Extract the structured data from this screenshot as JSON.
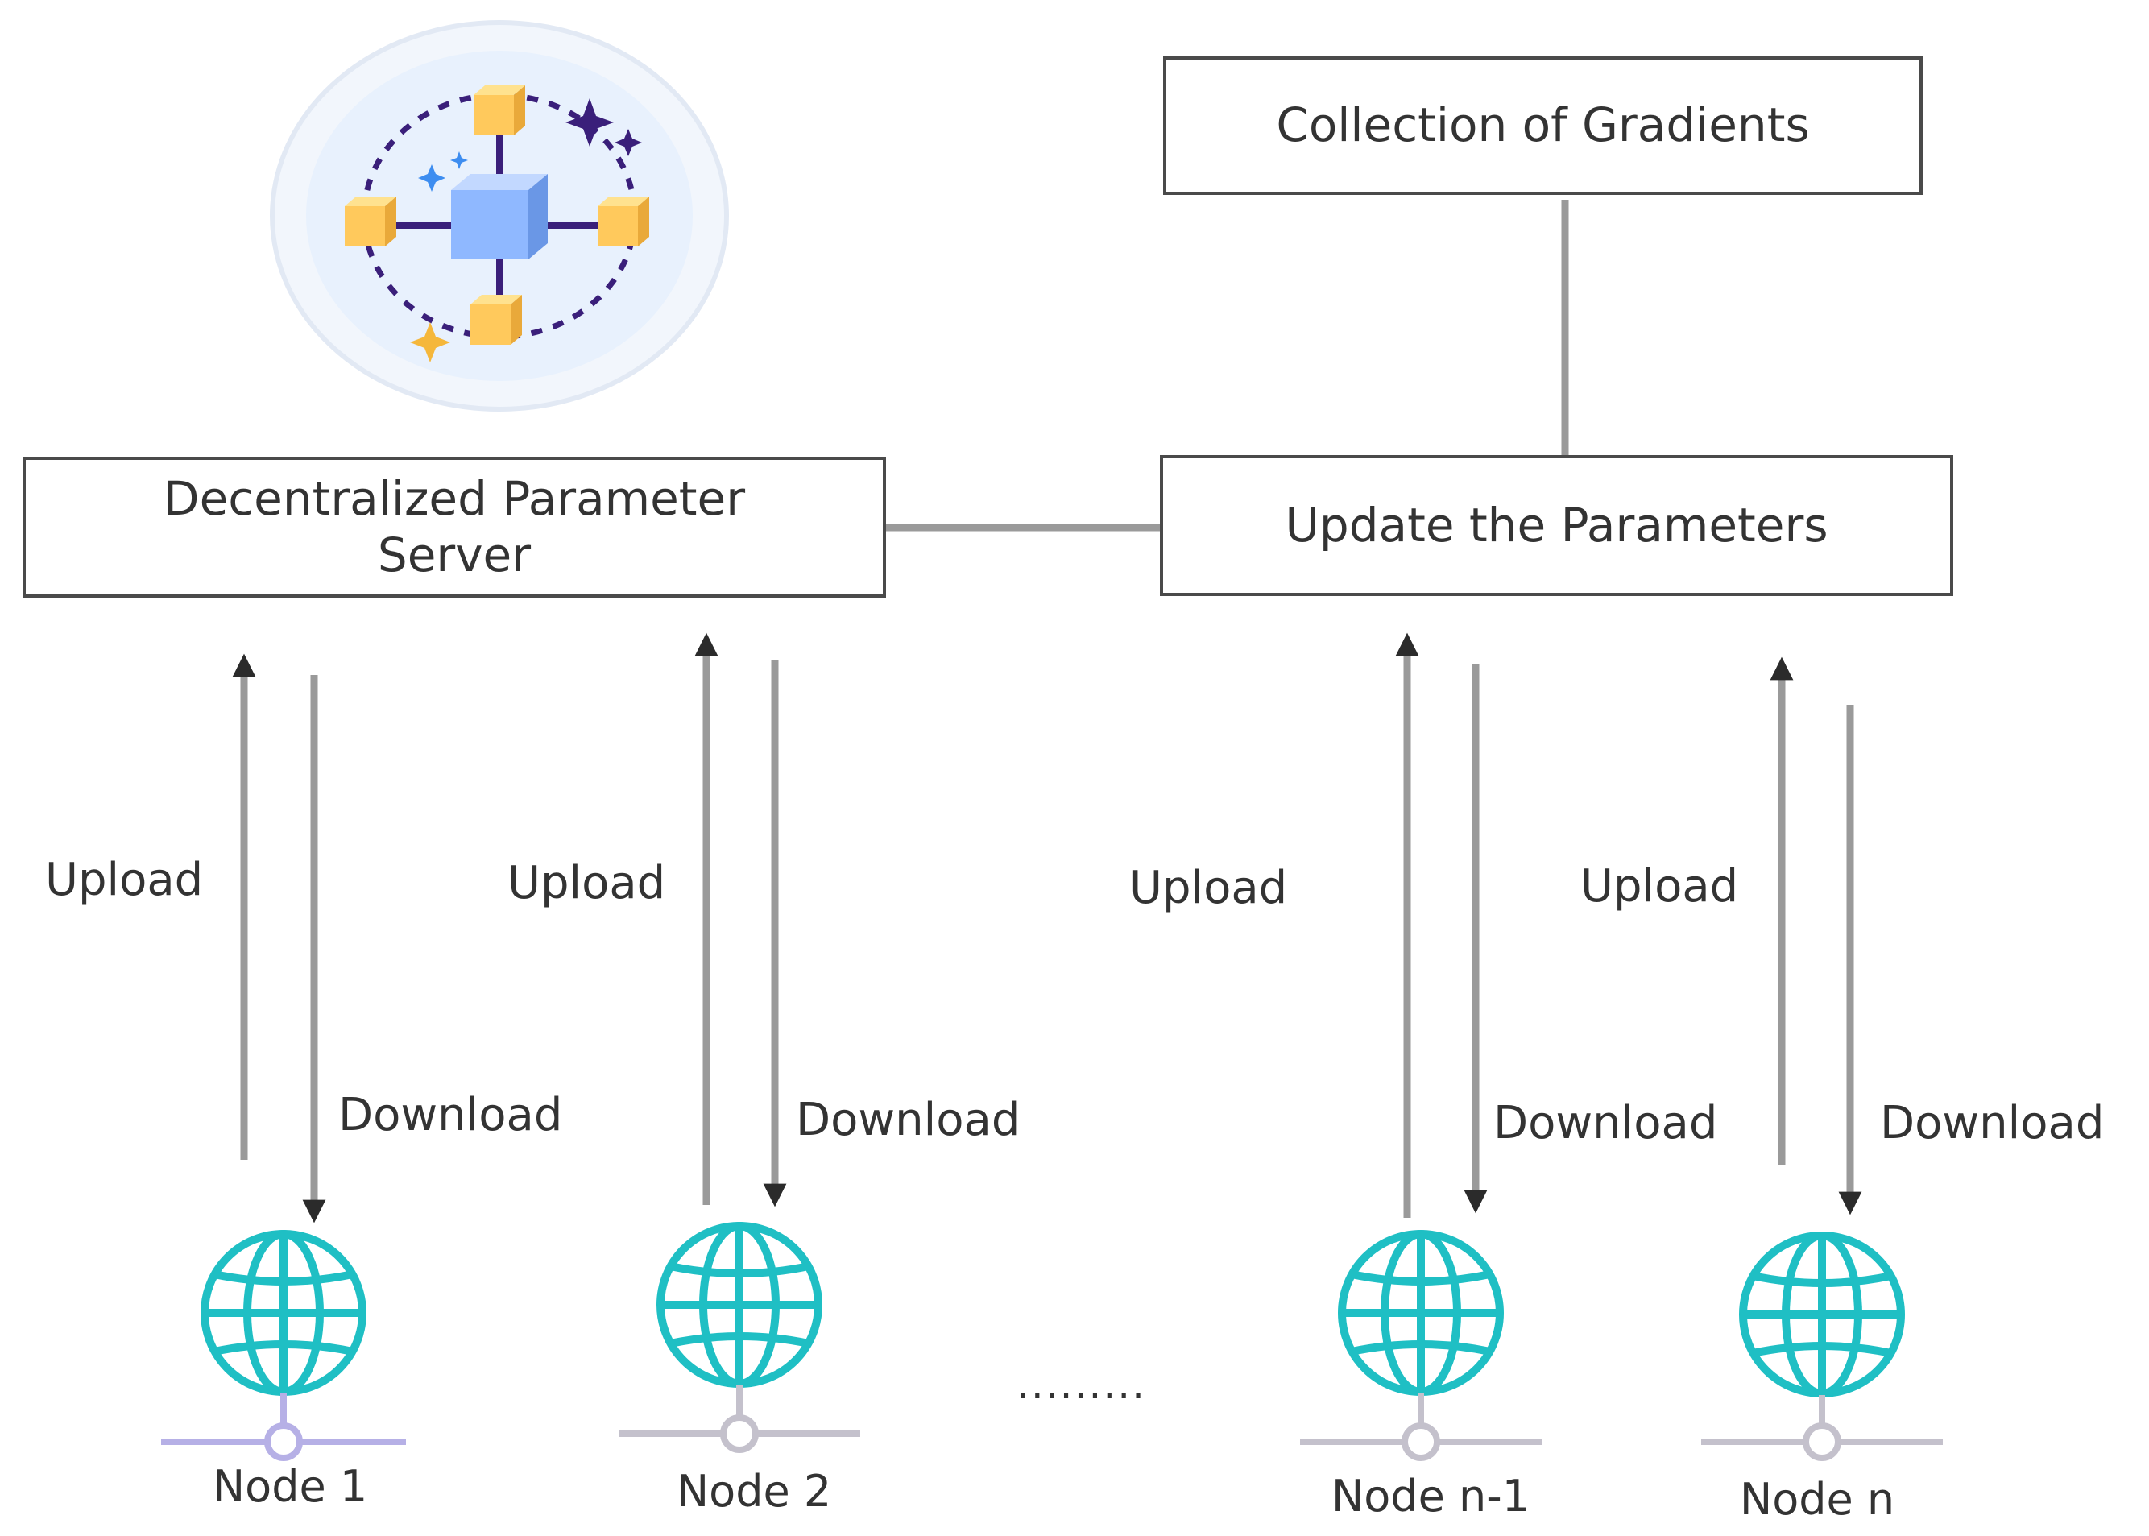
{
  "boxes": {
    "gradients": "Collection of Gradients",
    "server_line1": "Decentralized Parameter",
    "server_line2": "Server",
    "update": "Update the Parameters"
  },
  "links": {
    "upload": "Upload",
    "download": "Download"
  },
  "nodes": [
    "Node 1",
    "Node 2",
    "Node n-1",
    "Node n"
  ],
  "ellipsis": ".........",
  "colors": {
    "box_border": "#4a4a4a",
    "arrow": "#9a9a9a",
    "arrowhead": "#2b2b2b",
    "globe": "#1fbfc4",
    "icon_cube_center": "#8fb8ff",
    "icon_cube_outer": "#ffc95c",
    "icon_ring": "#3a1f7a"
  },
  "icons": {
    "hub": "decentralized-network-icon",
    "node": "globe-network-icon"
  }
}
